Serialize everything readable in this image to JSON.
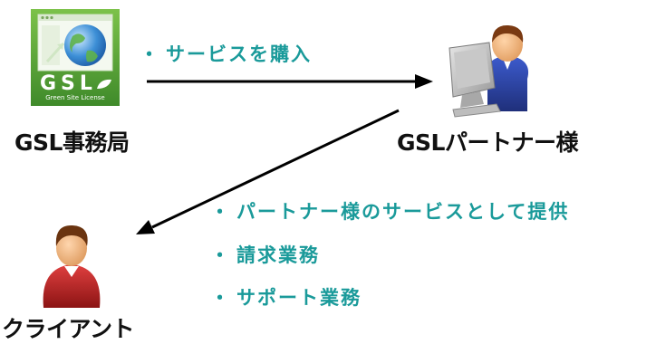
{
  "colors": {
    "accent": "#1a9a9a",
    "arrow": "#000000",
    "logo_green": "#5aa83a"
  },
  "logo": {
    "text_main": "GSL",
    "text_sub": "Green Site License"
  },
  "nodes": {
    "office": {
      "label": "GSL事務局",
      "icon": "gsl-logo-icon"
    },
    "partner": {
      "label": "GSLパートナー様",
      "icon": "computer-user-icon"
    },
    "client": {
      "label": "クライアント",
      "icon": "person-icon"
    }
  },
  "edges": {
    "office_to_partner": {
      "bullet": "・",
      "items": [
        "サービスを購入"
      ]
    },
    "partner_to_client": {
      "bullet": "・",
      "items": [
        "パートナー様のサービスとして提供",
        "請求業務",
        "サポート業務"
      ]
    }
  }
}
